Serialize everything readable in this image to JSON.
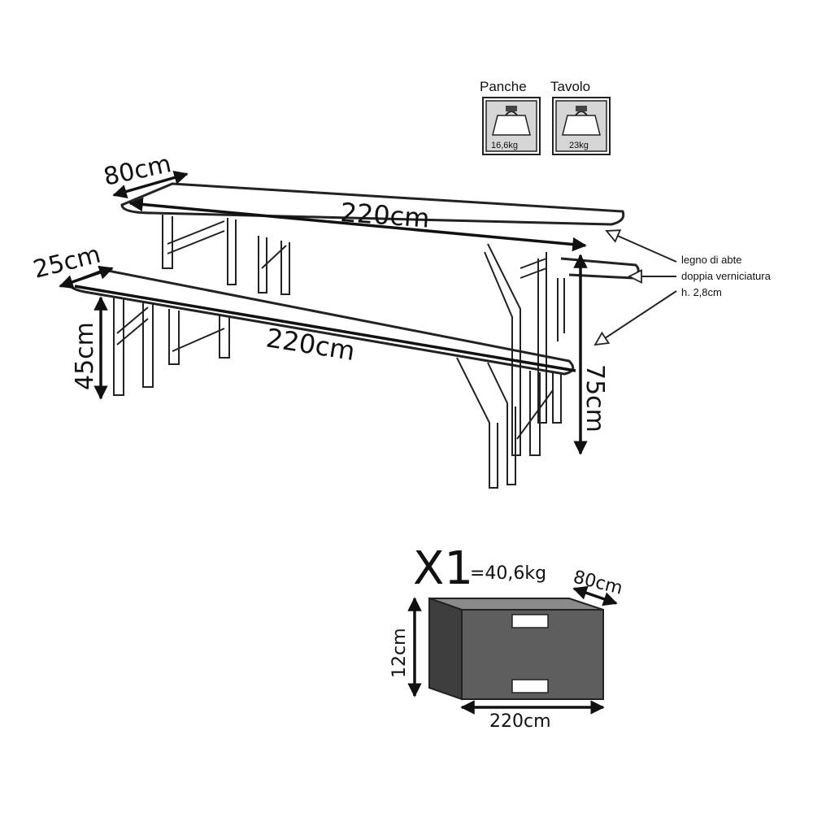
{
  "weights": {
    "benches_label": "Panche",
    "benches_weight": "16,6kg",
    "table_label": "Tavolo",
    "table_weight": "23kg"
  },
  "dimensions": {
    "table_depth": "80cm",
    "table_length": "220cm",
    "bench_depth": "25cm",
    "bench_length": "220cm",
    "bench_height": "45cm",
    "table_height": "75cm"
  },
  "material_note": {
    "line1": "legno di abte",
    "line2": "doppia verniciatura",
    "line3": "h. 2,8cm"
  },
  "package": {
    "quantity": "X1",
    "total_weight": "=40,6kg",
    "depth": "80cm",
    "height": "12cm",
    "length": "220cm",
    "box_color": "#5e5e5e"
  }
}
